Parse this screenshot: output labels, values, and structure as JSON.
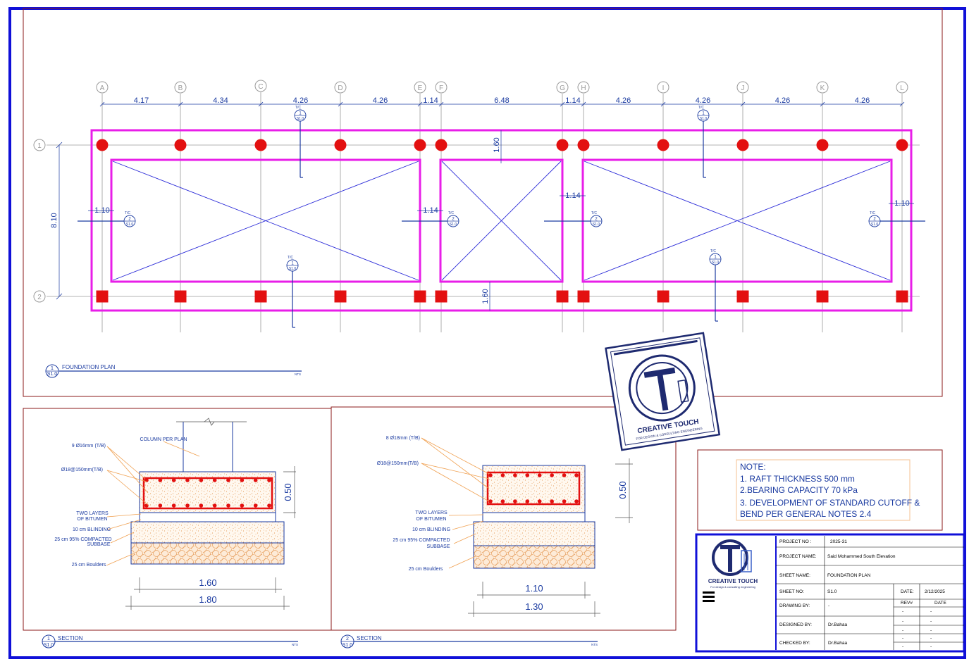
{
  "plan": {
    "grid_labels": [
      "A",
      "B",
      "C",
      "D",
      "E",
      "F",
      "G",
      "H",
      "I",
      "J",
      "K",
      "L"
    ],
    "row_labels": [
      "1",
      "2"
    ],
    "spans": [
      "4.17",
      "4.34",
      "4.26",
      "4.26",
      "1.14",
      "6.48",
      "1.14",
      "4.26",
      "4.26",
      "4.26",
      "4.26"
    ],
    "dim_810": "8.10",
    "dim_160": "1.60",
    "dim_110": "1.10",
    "dim_114": "1.14",
    "section_tag": "T/C",
    "section_sheet": "S1.0",
    "title": "FOUNDATION PLAN",
    "title_num": "1",
    "title_sheet": "S1.0",
    "nts": "NTS"
  },
  "section1": {
    "title": "SECTION",
    "num": "1",
    "sheet": "S1.0",
    "nts": "NTS",
    "label_column": "COLUMN PER PLAN",
    "label_top_bars": "9 Ø16mm (T/B)",
    "label_stirrups": "Ø18@150mm(T/B)",
    "label_bitumen_1": "TWO LAYERS",
    "label_bitumen_2": "OF BITUMEN",
    "label_blinding": "10 cm BLINDING",
    "label_subbase_1": "25 cm 95% COMPACTED",
    "label_subbase_2": "SUBBASE",
    "label_boulders": "25 cm Boulders",
    "depth": "0.50",
    "width_inner": "1.60",
    "width_outer": "1.80"
  },
  "section2": {
    "title": "SECTION",
    "num": "2",
    "sheet": "S1.0",
    "nts": "NTS",
    "label_top_bars": "8 Ø18mm (T/B)",
    "label_stirrups": "Ø18@150mm(T/B)",
    "label_bitumen_1": "TWO LAYERS",
    "label_bitumen_2": "OF BITUMEN",
    "label_blinding": "10 cm BLINDING",
    "label_subbase_1": "25 cm 95% COMPACTED",
    "label_subbase_2": "SUBBASE",
    "label_boulders": "25 cm Boulders",
    "depth": "0.50",
    "width_inner": "1.10",
    "width_outer": "1.30"
  },
  "notes": {
    "heading": "NOTE:",
    "line1": "1. RAFT THICKNESS 500 mm",
    "line2": "2.BEARING CAPACITY 70 kPa",
    "line3": "3. DEVELOPMENT OF STANDARD CUTOFF &",
    "line4": "BEND PER GENERAL NOTES 2.4"
  },
  "stamp": {
    "brand": "CREATIVE TOUCH",
    "tagline": "FOR DESIGN & CONSULTING ENGINEERING"
  },
  "titleblock": {
    "brand": "CREATIVE TOUCH",
    "tagline": "For design & consulting engineering",
    "project_no_label": "PROJECT NO :",
    "project_no": "2025-31",
    "project_name_label": "PROJECT NAME:",
    "project_name": "Said Mohammed South Elevation",
    "sheet_name_label": "SHEET NAME:",
    "sheet_name": "FOUNDATION PLAN",
    "sheet_no_label": "SHEET NO:",
    "sheet_no": "S1.0",
    "date_label": "DATE:",
    "date": "2/12/2025",
    "drawing_by_label": "DRAWING BY:",
    "drawing_by": "-",
    "rev_label": "REV#",
    "rev_date_label": "DATE",
    "dash": "-",
    "designed_by_label": "DESIGNED BY:",
    "designed_by": "Dr.Bahaa",
    "checked_by_label": "CHECKED BY:",
    "checked_by": "Dr.Bahaa"
  },
  "colors": {
    "frame": "#1010d8",
    "border": "#8b1a1a",
    "raft": "#e81ee8",
    "column": "#e31010",
    "annotation": "#1a3aa0",
    "grid": "#9a9a9a",
    "leader": "#f0a050"
  }
}
